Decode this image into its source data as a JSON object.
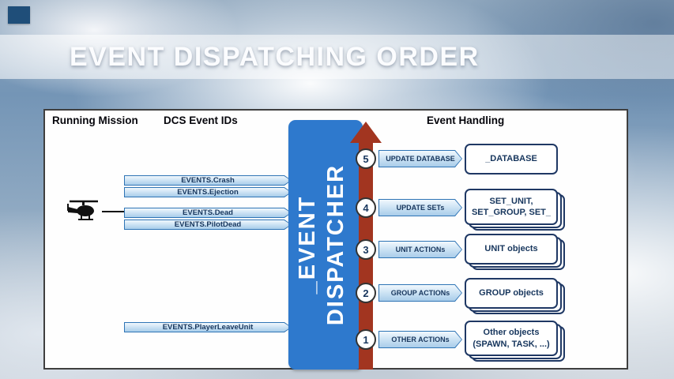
{
  "slide": {
    "title": "EVENT DISPATCHING ORDER"
  },
  "panel": {
    "headers": {
      "running_mission": "Running Mission",
      "dcs_event_ids": "DCS Event IDs",
      "event_handling": "Event Handling"
    },
    "dispatcher": {
      "line1": "_EVENT",
      "line2": "DISPATCHER"
    },
    "mission_events": [
      {
        "label": "EVENTS.Crash"
      },
      {
        "label": "EVENTS.Ejection"
      },
      {
        "label": "EVENTS.Dead"
      },
      {
        "label": "EVENTS.PilotDead"
      },
      {
        "label": "EVENTS.PlayerLeaveUnit"
      }
    ],
    "steps": [
      {
        "number": "5",
        "action": "UPDATE DATABASE",
        "target": "_DATABASE"
      },
      {
        "number": "4",
        "action": "UPDATE SETs",
        "target": "SET_UNIT, SET_GROUP, SET_"
      },
      {
        "number": "3",
        "action": "UNIT ACTIONs",
        "target": "UNIT objects"
      },
      {
        "number": "2",
        "action": "GROUP ACTIONs",
        "target": "GROUP objects"
      },
      {
        "number": "1",
        "action": "OTHER ACTIONs",
        "target": "Other objects (SPAWN, TASK, ...)"
      }
    ],
    "icons": {
      "helicopter": "helicopter-icon"
    }
  },
  "colors": {
    "dispatcher_blue": "#2e79cd",
    "arrow_red": "#a23520",
    "box_border_navy": "#1f3864",
    "label_fill_light": "#c8e0f3",
    "panel_border": "#3f3f3f",
    "corner_block": "#1f4e79"
  }
}
